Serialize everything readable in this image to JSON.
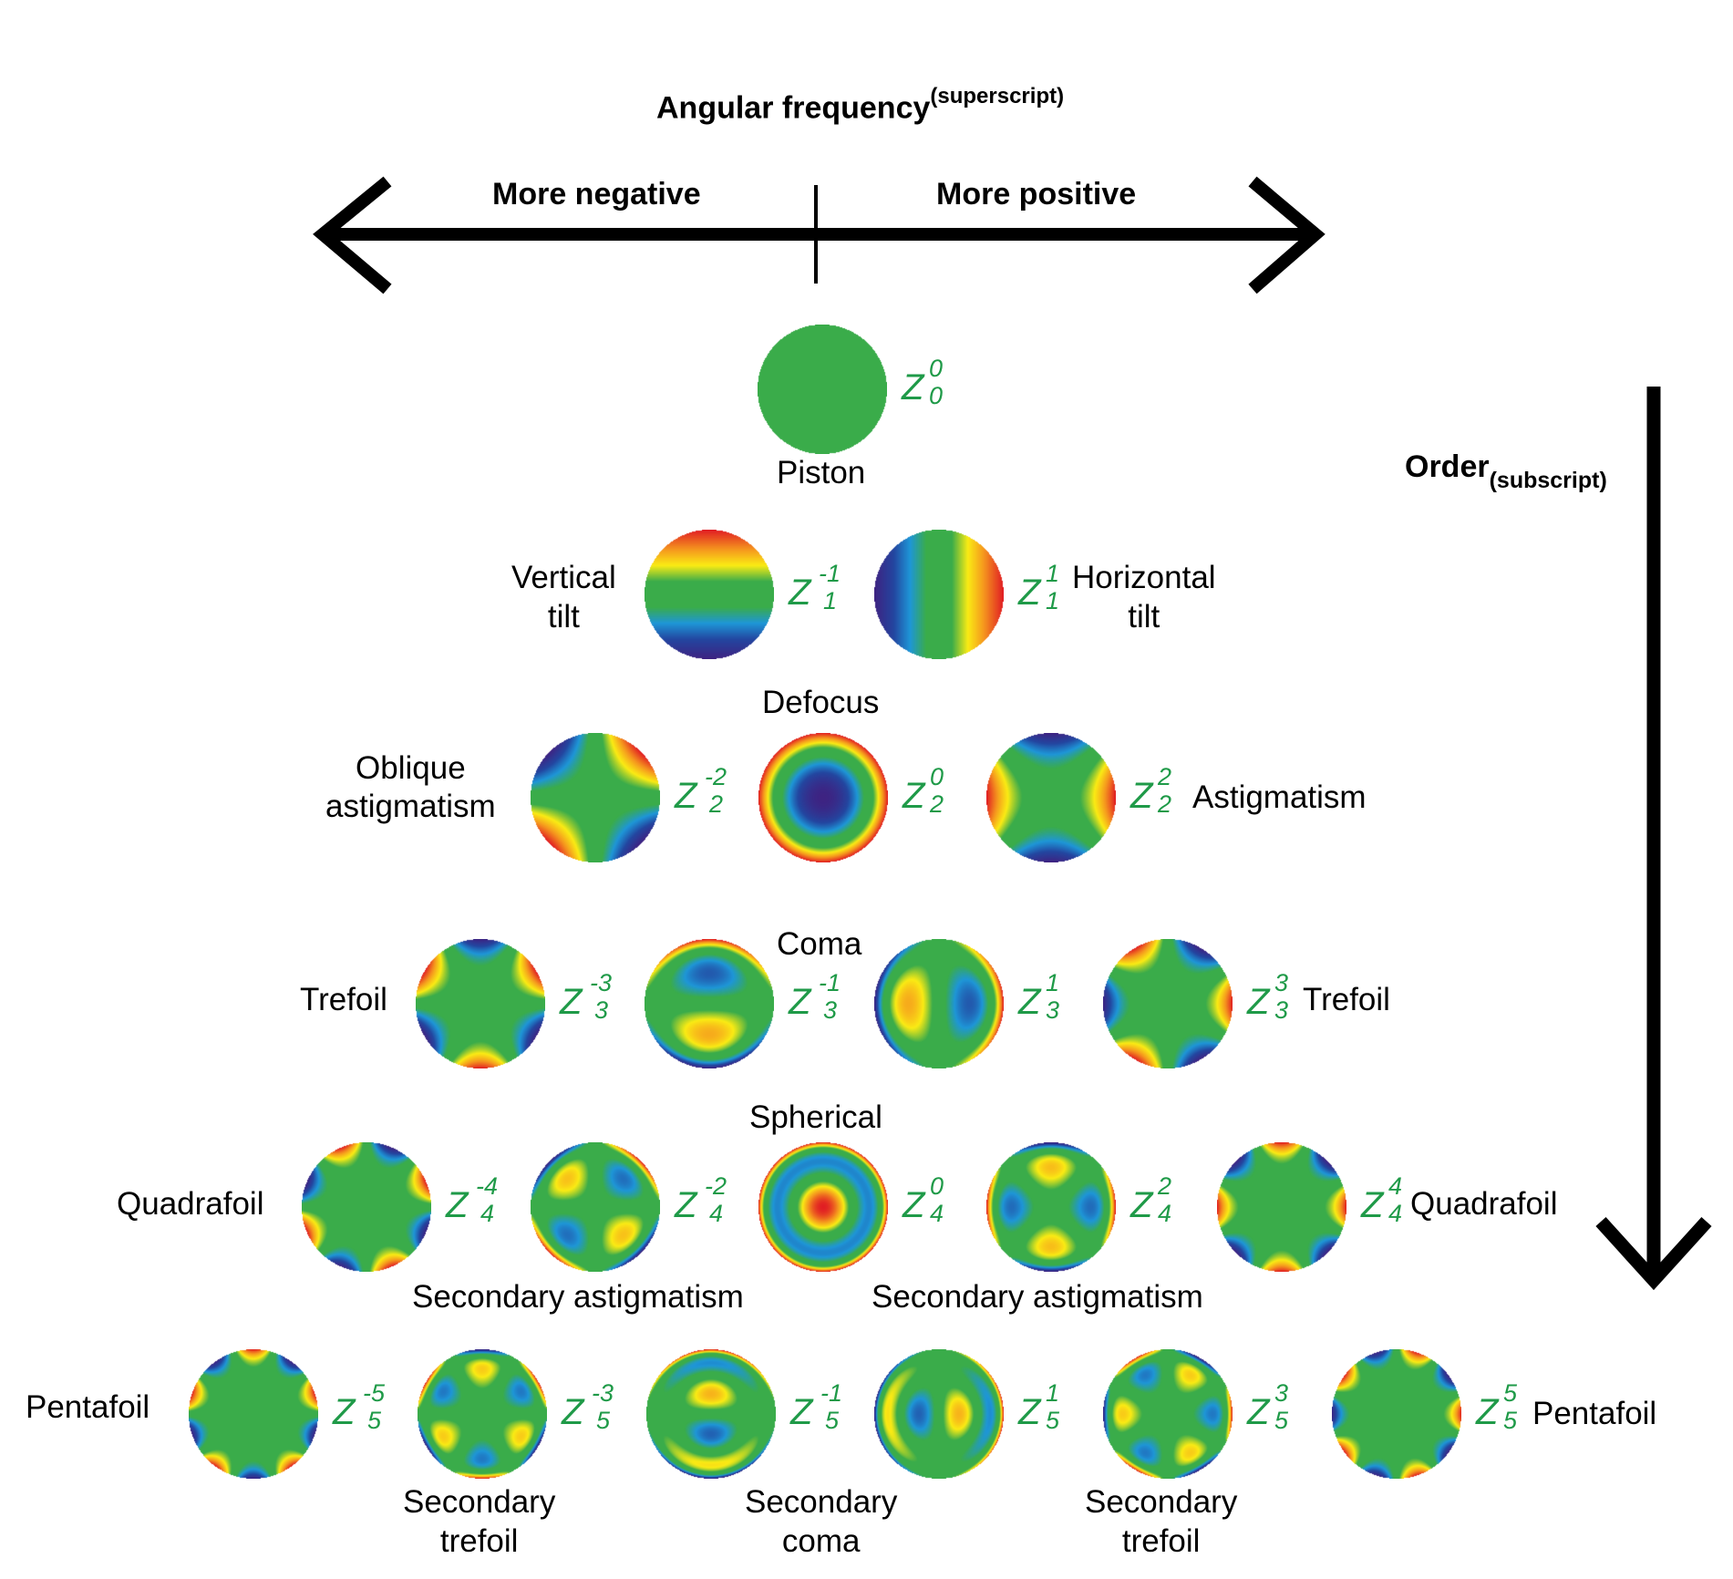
{
  "header": {
    "title": "Angular frequency",
    "title_superscript_note": "(superscript)",
    "left_label": "More negative",
    "right_label": "More positive"
  },
  "order_axis": {
    "label": "Order",
    "label_subscript_note": "(subscript)"
  },
  "colors": {
    "zernike_label": "#1f9a48",
    "arrow": "#000000",
    "flat_green": "#3aac4a"
  },
  "modes": [
    {
      "id": "Z0_0",
      "n": 0,
      "m": 0,
      "name": "Piston",
      "z": "Z",
      "sup": "0",
      "sub": "0"
    },
    {
      "id": "Z1_-1",
      "n": 1,
      "m": -1,
      "name": "Vertical tilt",
      "lines": [
        "Vertical",
        "tilt"
      ],
      "z": "Z",
      "sup": "-1",
      "sub": "1"
    },
    {
      "id": "Z1_1",
      "n": 1,
      "m": 1,
      "name": "Horizontal tilt",
      "lines": [
        "Horizontal",
        "tilt"
      ],
      "z": "Z",
      "sup": "1",
      "sub": "1"
    },
    {
      "id": "Z2_-2",
      "n": 2,
      "m": -2,
      "name": "Oblique astigmatism",
      "lines": [
        "Oblique",
        "astigmatism"
      ],
      "z": "Z",
      "sup": "-2",
      "sub": "2"
    },
    {
      "id": "Z2_0",
      "n": 2,
      "m": 0,
      "name": "Defocus",
      "z": "Z",
      "sup": "0",
      "sub": "2"
    },
    {
      "id": "Z2_2",
      "n": 2,
      "m": 2,
      "name": "Astigmatism",
      "z": "Z",
      "sup": "2",
      "sub": "2"
    },
    {
      "id": "Z3_-3",
      "n": 3,
      "m": -3,
      "name": "Trefoil",
      "z": "Z",
      "sup": "-3",
      "sub": "3"
    },
    {
      "id": "Z3_-1",
      "n": 3,
      "m": -1,
      "name": "",
      "z": "Z",
      "sup": "-1",
      "sub": "3"
    },
    {
      "id": "Z3_1",
      "n": 3,
      "m": 1,
      "name": "",
      "z": "Z",
      "sup": "1",
      "sub": "3"
    },
    {
      "id": "Z3_3",
      "n": 3,
      "m": 3,
      "name": "Trefoil",
      "z": "Z",
      "sup": "3",
      "sub": "3"
    },
    {
      "id": "Z4_-4",
      "n": 4,
      "m": -4,
      "name": "Quadrafoil",
      "z": "Z",
      "sup": "-4",
      "sub": "4"
    },
    {
      "id": "Z4_-2",
      "n": 4,
      "m": -2,
      "name": "",
      "z": "Z",
      "sup": "-2",
      "sub": "4"
    },
    {
      "id": "Z4_0",
      "n": 4,
      "m": 0,
      "name": "Spherical",
      "z": "Z",
      "sup": "0",
      "sub": "4"
    },
    {
      "id": "Z4_2",
      "n": 4,
      "m": 2,
      "name": "",
      "z": "Z",
      "sup": "2",
      "sub": "4"
    },
    {
      "id": "Z4_4",
      "n": 4,
      "m": 4,
      "name": "Quadrafoil",
      "z": "Z",
      "sup": "4",
      "sub": "4"
    },
    {
      "id": "Z5_-5",
      "n": 5,
      "m": -5,
      "name": "Pentafoil",
      "z": "Z",
      "sup": "-5",
      "sub": "5"
    },
    {
      "id": "Z5_-3",
      "n": 5,
      "m": -3,
      "name": "",
      "z": "Z",
      "sup": "-3",
      "sub": "5"
    },
    {
      "id": "Z5_-1",
      "n": 5,
      "m": -1,
      "name": "",
      "z": "Z",
      "sup": "-1",
      "sub": "5"
    },
    {
      "id": "Z5_1",
      "n": 5,
      "m": 1,
      "name": "",
      "z": "Z",
      "sup": "1",
      "sub": "5"
    },
    {
      "id": "Z5_3",
      "n": 5,
      "m": 3,
      "name": "",
      "z": "Z",
      "sup": "3",
      "sub": "5"
    },
    {
      "id": "Z5_5",
      "n": 5,
      "m": 5,
      "name": "Pentafoil",
      "z": "Z",
      "sup": "5",
      "sub": "5"
    }
  ],
  "group_labels": {
    "coma": "Coma",
    "secondary_astigmatism_left": "Secondary astigmatism",
    "secondary_astigmatism_right": "Secondary astigmatism",
    "secondary_trefoil_left": [
      "Secondary",
      "trefoil"
    ],
    "secondary_coma": [
      "Secondary",
      "coma"
    ],
    "secondary_trefoil_right": [
      "Secondary",
      "trefoil"
    ]
  }
}
